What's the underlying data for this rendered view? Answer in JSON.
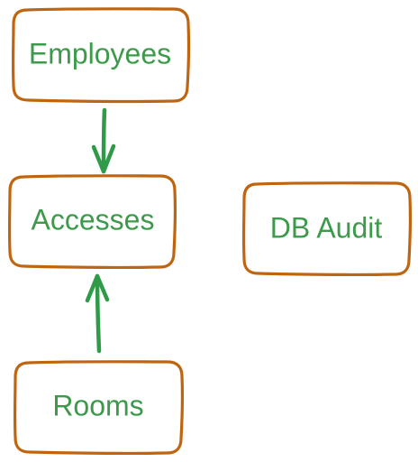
{
  "colors": {
    "box_stroke": "#c0650f",
    "text": "#3c9a4a",
    "arrow": "#2f9a47",
    "background": "#ffffff"
  },
  "nodes": {
    "employees": {
      "label": "Employees"
    },
    "accesses": {
      "label": "Accesses"
    },
    "db_audit": {
      "label": "DB Audit"
    },
    "rooms": {
      "label": "Rooms"
    }
  },
  "edges": [
    {
      "from": "Employees",
      "to": "Accesses"
    },
    {
      "from": "Rooms",
      "to": "Accesses"
    }
  ]
}
